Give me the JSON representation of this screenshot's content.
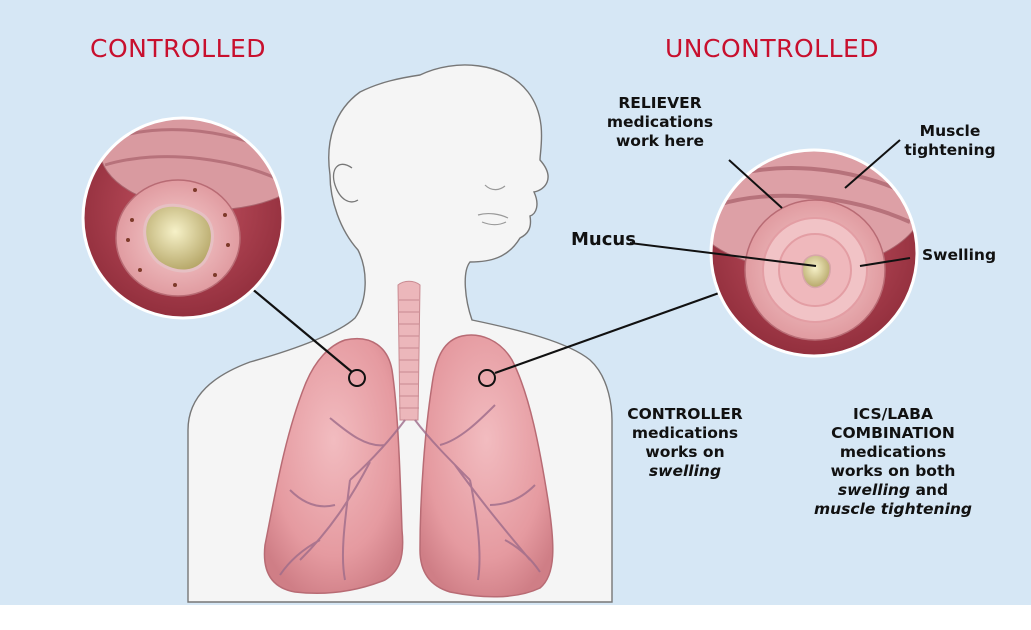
{
  "titles": {
    "controlled": "CONTROLLED",
    "uncontrolled": "UNCONTROLLED"
  },
  "labels": {
    "reliever": [
      "RELIEVER",
      "medications",
      "work here"
    ],
    "muscle": [
      "Muscle",
      "tightening"
    ],
    "mucus": "Mucus",
    "swelling": "Swelling",
    "controller": {
      "lines": [
        "CONTROLLER",
        "medications",
        "works on"
      ],
      "emphasis": "swelling"
    },
    "ics_laba": {
      "lines": [
        "ICS/LABA",
        "COMBINATION",
        "medications",
        "works on both"
      ],
      "emph1": "swelling",
      "joiner": " and",
      "emph2": "muscle tightening"
    }
  },
  "colors": {
    "background": "#d6e7f5",
    "title_red": "#c8102e",
    "lung_pink": "#e8a3a8",
    "silhouette": "#f4f4f4"
  }
}
